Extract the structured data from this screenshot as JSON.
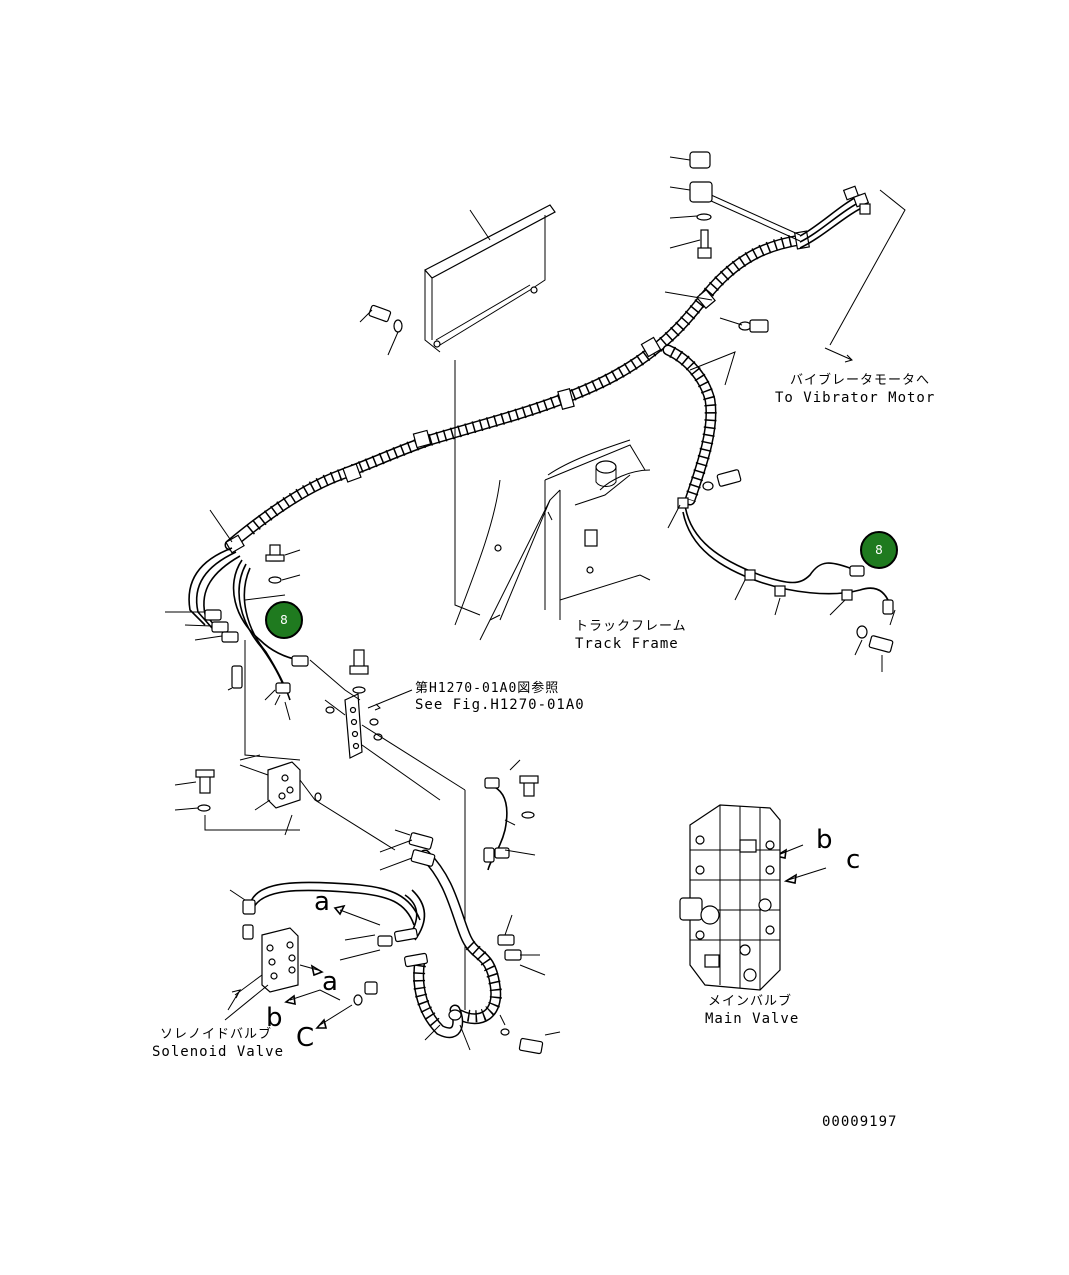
{
  "labels": {
    "vibrator_jp": "バイブレータモータへ",
    "vibrator_en": "To Vibrator Motor",
    "track_jp": "トラックフレーム",
    "track_en": "Track Frame",
    "see_fig_jp": "第H1270-01A0図参照",
    "see_fig_en": "See Fig.H1270-01A0",
    "solenoid_jp": "ソレノイドバルブ",
    "solenoid_en": "Solenoid Valve",
    "main_jp": "メインバルブ",
    "main_en": "Main Valve",
    "drawing_number": "00009197"
  },
  "port_letters": {
    "a": "a",
    "b": "b",
    "c": "c",
    "C": "C"
  },
  "markers": [
    {
      "id": "marker-1",
      "value": "8"
    },
    {
      "id": "marker-2",
      "value": "8"
    }
  ],
  "colors": {
    "marker_fill": "#1f7a1f",
    "line": "#000000"
  }
}
